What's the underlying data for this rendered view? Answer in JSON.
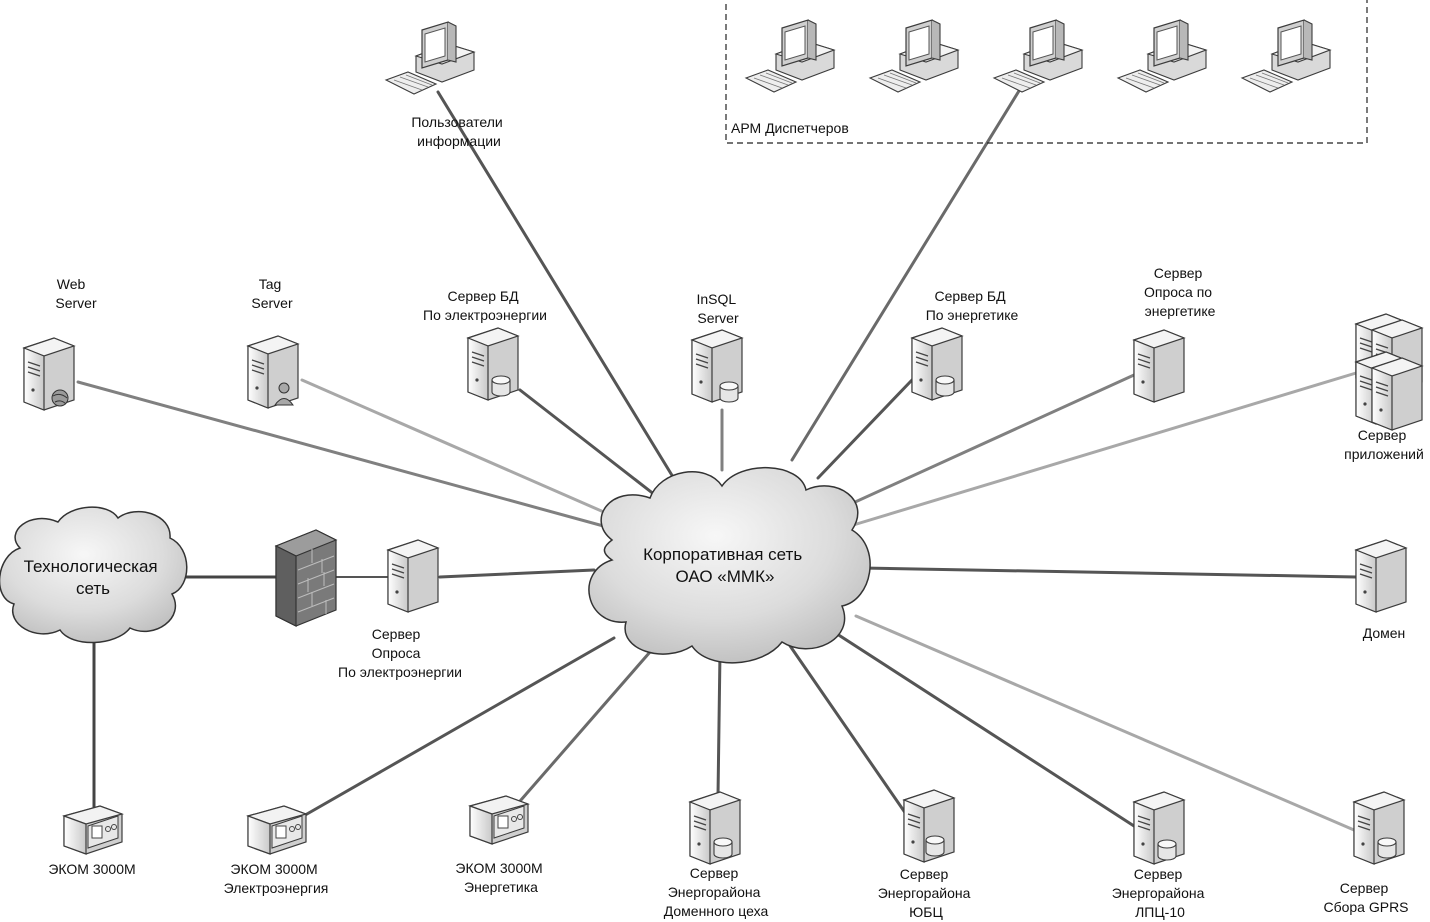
{
  "colors": {
    "link_dark": "#555555",
    "link_mid": "#808080",
    "link_light": "#a8a8a8",
    "cloud_fill": "#dedede",
    "device_fill": "#f0f0f0",
    "device_stroke": "#3c3c3c",
    "group_border": "#222222"
  },
  "clouds": {
    "corporate": {
      "line1": "Корпоративная сеть",
      "line2": "ОАО «ММК»"
    },
    "tech": {
      "line1": "Технологическая",
      "line2": "сеть"
    }
  },
  "group": {
    "label": "АРМ Диспетчеров",
    "workstations": 5
  },
  "nodes": {
    "info_users": {
      "icon": "workstation-icon",
      "label": [
        "Пользователи",
        "информации"
      ]
    },
    "web_server": {
      "icon": "web-server-icon",
      "label": [
        "Web",
        "Server"
      ]
    },
    "tag_server": {
      "icon": "tag-server-icon",
      "label": [
        "Tag",
        "Server"
      ]
    },
    "db_electro": {
      "icon": "database-server-icon",
      "label": [
        "Сервер БД",
        "По электроэнергии"
      ]
    },
    "insql": {
      "icon": "database-server-icon",
      "label": [
        "InSQL",
        "Server"
      ]
    },
    "db_energy": {
      "icon": "database-server-icon",
      "label": [
        "Сервер БД",
        "По энергетике"
      ]
    },
    "poll_energy": {
      "icon": "server-icon",
      "label": [
        "Сервер",
        "Опроса по",
        "энергетике"
      ]
    },
    "app_server": {
      "icon": "server-cluster-icon",
      "label": [
        "Сервер",
        "приложений"
      ]
    },
    "domain": {
      "icon": "server-icon",
      "label": [
        "Домен"
      ]
    },
    "gprs": {
      "icon": "database-server-icon",
      "label": [
        "Сервер",
        "Сбора GPRS"
      ]
    },
    "lpc10": {
      "icon": "database-server-icon",
      "label": [
        "Сервер",
        "Энергорайона",
        "ЛПЦ-10"
      ]
    },
    "yubc": {
      "icon": "database-server-icon",
      "label": [
        "Сервер",
        "Энергорайона",
        "ЮБЦ"
      ]
    },
    "domain_shop": {
      "icon": "database-server-icon",
      "label": [
        "Сервер",
        "Энергорайона",
        "Доменного цеха"
      ]
    },
    "ekom_energy": {
      "icon": "meter-icon",
      "label": [
        "ЭКОМ 3000М",
        "Энергетика"
      ]
    },
    "ekom_electro": {
      "icon": "meter-icon",
      "label": [
        "ЭКОМ 3000М",
        "Электроэнергия"
      ]
    },
    "ekom": {
      "icon": "meter-icon",
      "label": [
        "ЭКОМ 3000М"
      ]
    },
    "poll_electro": {
      "icon": "server-icon",
      "label": [
        "Сервер",
        "Опроса",
        "По электроэнергии"
      ]
    },
    "firewall": {
      "icon": "firewall-icon",
      "label": []
    }
  }
}
